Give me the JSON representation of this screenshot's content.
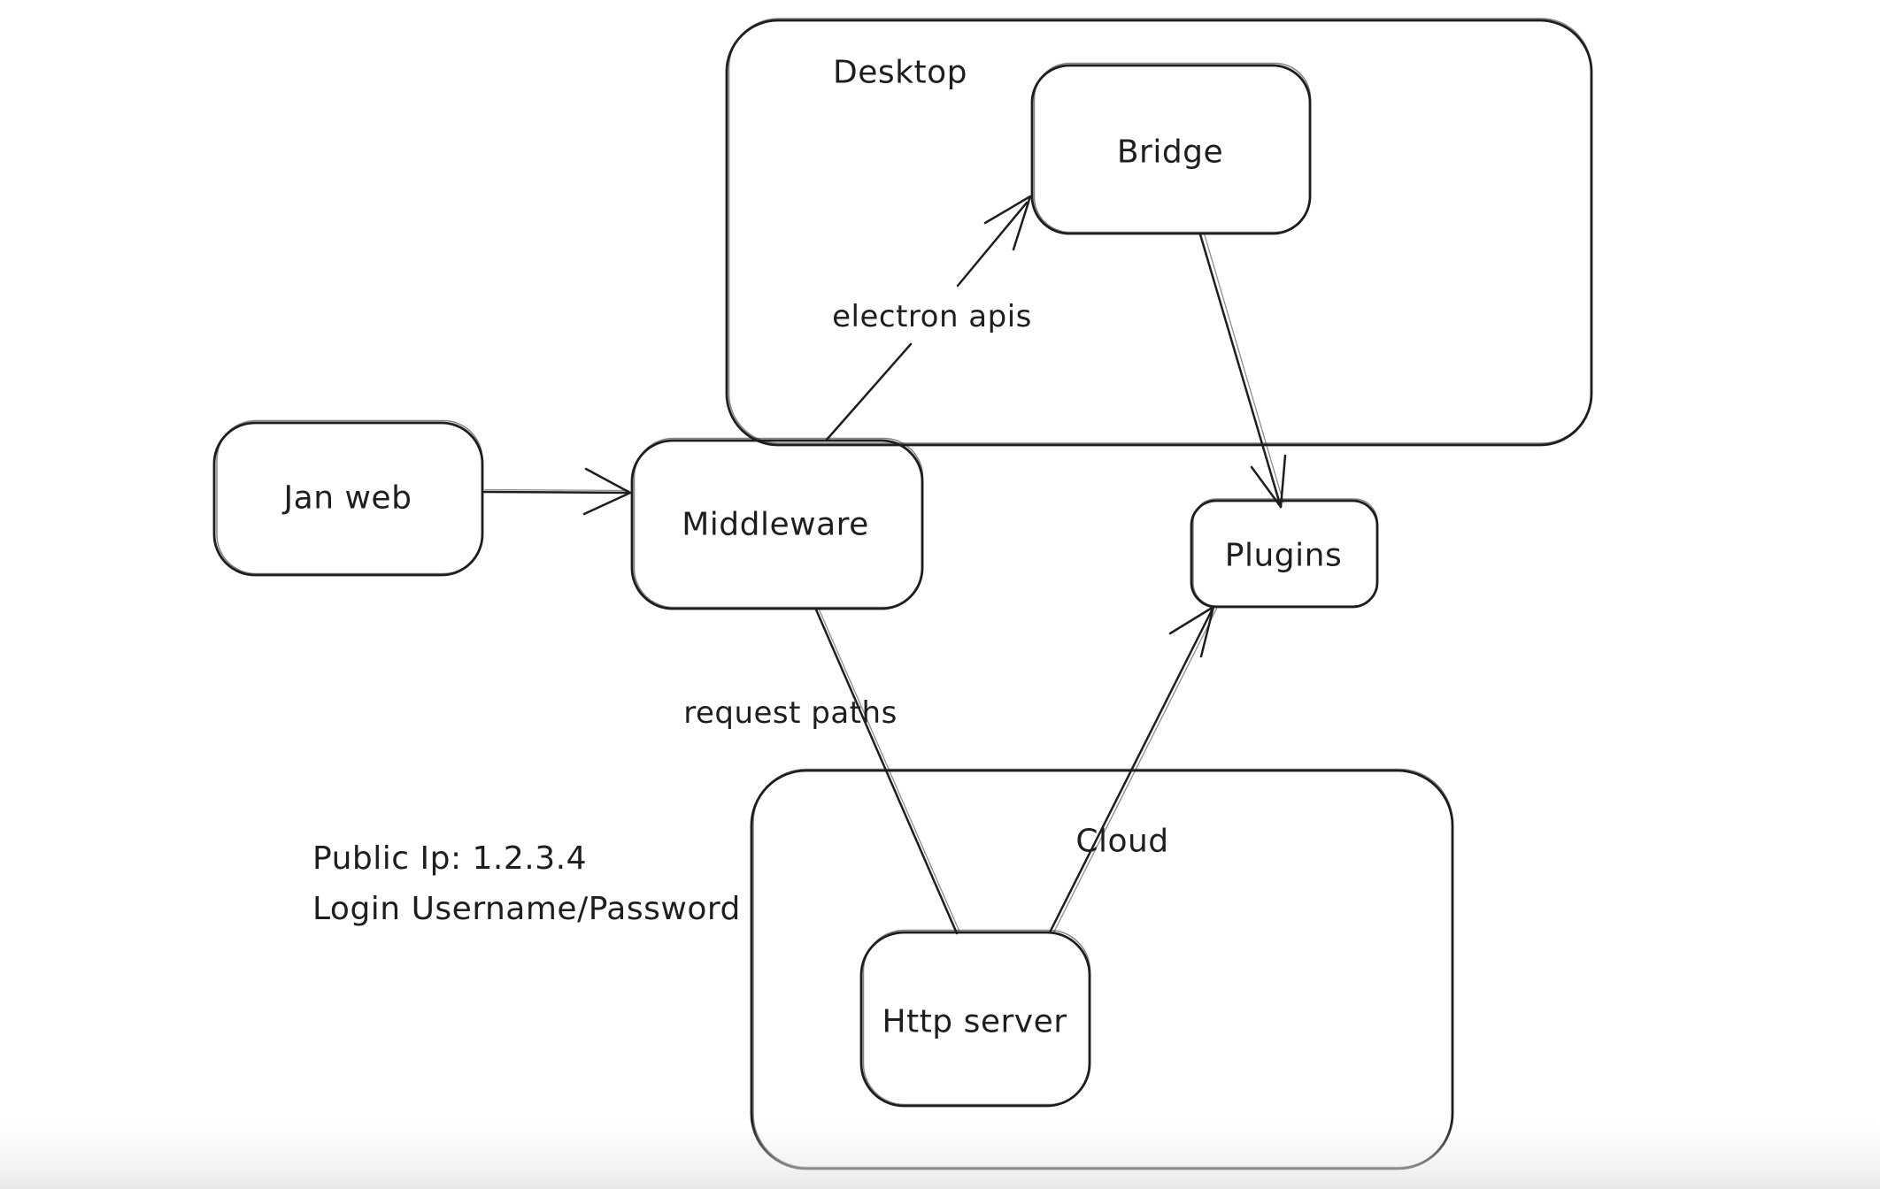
{
  "app": {
    "background_color": "#ffffff",
    "stroke_color": "#1e1e1e"
  },
  "diagram": {
    "containers": [
      {
        "id": "desktop",
        "label": "Desktop"
      },
      {
        "id": "cloud",
        "label": "Cloud"
      }
    ],
    "nodes": [
      {
        "id": "jan-web",
        "label": "Jan web"
      },
      {
        "id": "bridge",
        "label": "Bridge"
      },
      {
        "id": "middleware",
        "label": "Middleware"
      },
      {
        "id": "plugins",
        "label": "Plugins"
      },
      {
        "id": "http-server",
        "label": "Http server"
      }
    ],
    "edges": [
      {
        "from": "Jan web",
        "to": "Middleware",
        "label": "",
        "arrow": "end"
      },
      {
        "from": "Middleware",
        "to": "Bridge",
        "label": "electron apis",
        "arrow": "end"
      },
      {
        "from": "Bridge",
        "to": "Plugins",
        "label": "",
        "arrow": "end"
      },
      {
        "from": "Middleware",
        "to": "Http server",
        "label": "request paths",
        "arrow": "none"
      },
      {
        "from": "Http server",
        "to": "Plugins",
        "label": "",
        "arrow": "end"
      }
    ],
    "annotation": [
      "Public Ip: 1.2.3.4",
      "Login Username/Password"
    ]
  }
}
